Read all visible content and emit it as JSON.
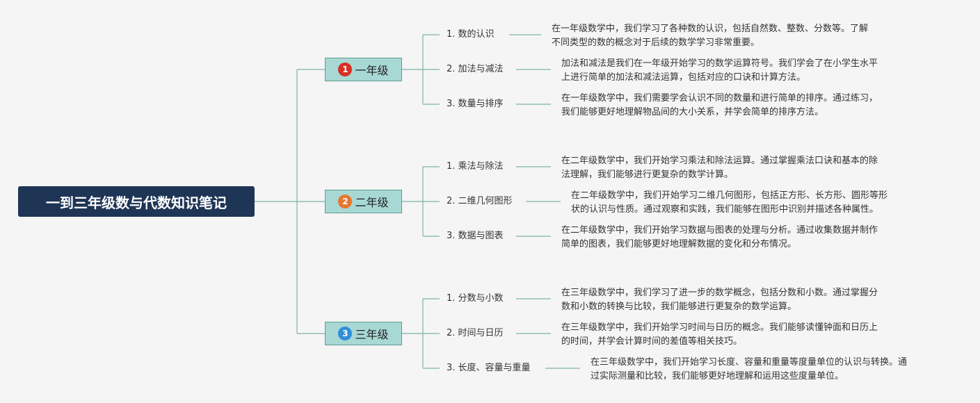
{
  "root_title": "一到三年级数与代数知识笔记",
  "colors": {
    "root_bg": "#1f3556",
    "grade_bg": "#a8d8d4",
    "line": "#7fb5a4"
  },
  "grades": [
    {
      "number": "1",
      "label": "一年级",
      "badge_color": "#d93025",
      "topics": [
        {
          "label": "1. 数的认识",
          "desc": [
            "在一年级数学中，我们学习了各种数的认识，包括自然数、整数、分数等。了解",
            "不同类型的数的概念对于后续的数学学习非常重要。"
          ]
        },
        {
          "label": "2. 加法与减法",
          "desc": [
            "加法和减法是我们在一年级开始学习的数学运算符号。我们学会了在小学生水平",
            "上进行简单的加法和减法运算，包括对应的口诀和计算方法。"
          ]
        },
        {
          "label": "3. 数量与排序",
          "desc": [
            "在一年级数学中，我们需要学会认识不同的数量和进行简单的排序。通过练习，",
            "我们能够更好地理解物品间的大小关系，并学会简单的排序方法。"
          ]
        }
      ]
    },
    {
      "number": "2",
      "label": "二年级",
      "badge_color": "#e8772e",
      "topics": [
        {
          "label": "1. 乘法与除法",
          "desc": [
            "在二年级数学中，我们开始学习乘法和除法运算。通过掌握乘法口诀和基本的除",
            "法理解，我们能够进行更复杂的数学计算。"
          ]
        },
        {
          "label": "2. 二维几何图形",
          "desc": [
            "在二年级数学中，我们开始学习二维几何图形，包括正方形、长方形、圆形等形",
            "状的认识与性质。通过观察和实践，我们能够在图形中识别并描述各种属性。"
          ]
        },
        {
          "label": "3. 数据与图表",
          "desc": [
            "在二年级数学中，我们开始学习数据与图表的处理与分析。通过收集数据并制作",
            "简单的图表，我们能够更好地理解数据的变化和分布情况。"
          ]
        }
      ]
    },
    {
      "number": "3",
      "label": "三年级",
      "badge_color": "#2f8fd8",
      "topics": [
        {
          "label": "1. 分数与小数",
          "desc": [
            "在三年级数学中，我们学习了进一步的数学概念，包括分数和小数。通过掌握分",
            "数和小数的转换与比较，我们能够进行更复杂的数学运算。"
          ]
        },
        {
          "label": "2. 时间与日历",
          "desc": [
            "在三年级数学中，我们开始学习时间与日历的概念。我们能够读懂钟面和日历上",
            "的时间，并学会计算时间的差值等相关技巧。"
          ]
        },
        {
          "label": "3. 长度、容量与重量",
          "desc": [
            "在三年级数学中，我们开始学习长度、容量和重量等度量单位的认识与转换。通",
            "过实际测量和比较，我们能够更好地理解和运用这些度量单位。"
          ]
        }
      ]
    }
  ]
}
